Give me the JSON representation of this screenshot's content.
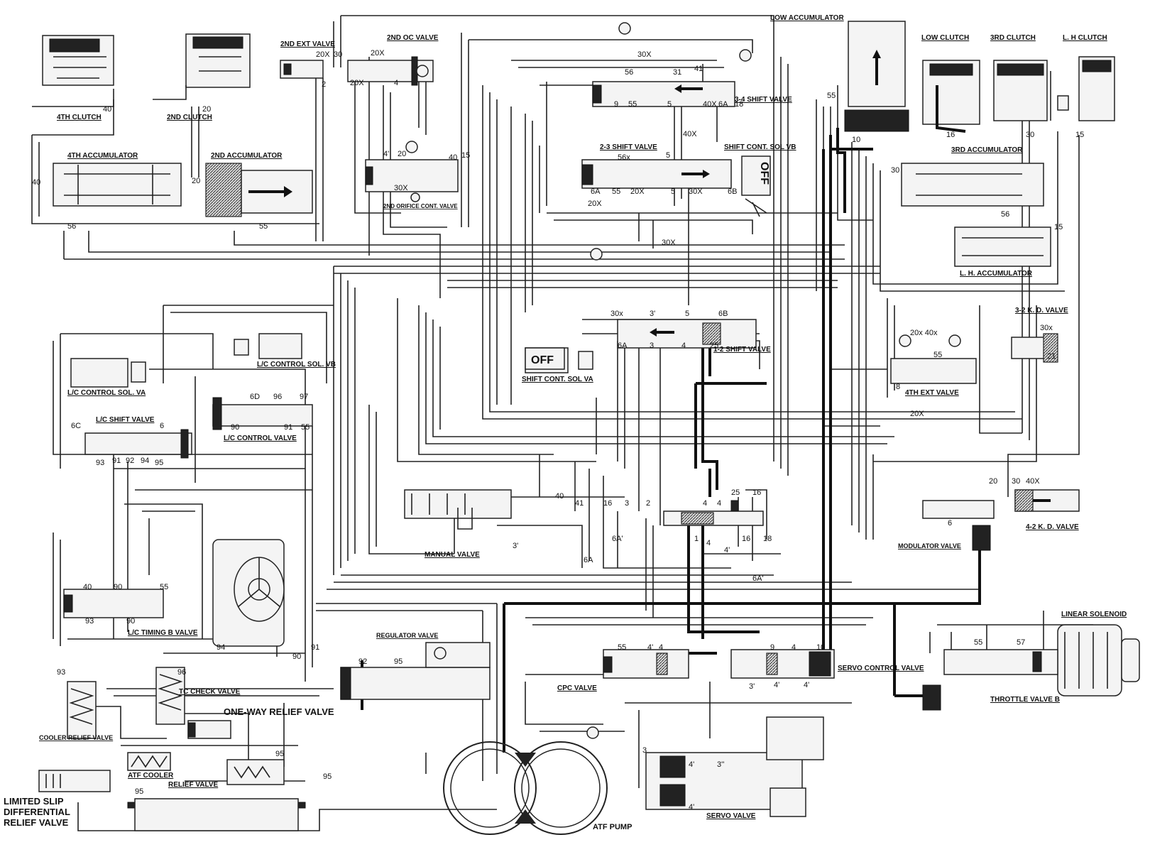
{
  "labels": {
    "fourth_clutch": "4TH CLUTCH",
    "second_clutch": "2ND CLUTCH",
    "second_ext_valve": "2ND EXT VALVE",
    "second_oc_valve": "2ND OC VALVE",
    "low_accumulator": "LOW ACCUMULATOR",
    "low_clutch": "LOW CLUTCH",
    "third_clutch": "3RD CLUTCH",
    "lh_clutch": "L. H CLUTCH",
    "fourth_accumulator": "4TH ACCUMULATOR",
    "second_accumulator": "2ND ACCUMULATOR",
    "shift_34_valve": "3-4 SHIFT VALVE",
    "shift_23_valve": "2-3 SHIFT VALVE",
    "shift_cont_sol_vb": "SHIFT CONT. SOL VB",
    "second_orifice_cont_valve": "2ND ORIFICE CONT. VALVE",
    "third_accumulator": "3RD ACCUMULATOR",
    "lh_accumulator": "L. H. ACCUMULATOR",
    "kd_32_valve": "3-2 K. D. VALVE",
    "shift_12_valve": "1-2 SHIFT VALVE",
    "shift_cont_sol_va": "SHIFT CONT. SOL VA",
    "lc_control_sol_vb": "L/C CONTROL SOL. VB",
    "lc_control_sol_va": "L/C CONTROL SOL. VA",
    "lc_shift_valve": "L/C SHIFT VALVE",
    "lc_control_valve": "L/C CONTROL VALVE",
    "fourth_ext_valve": "4TH EXT VALVE",
    "kd_42_valve": "4-2 K. D. VALVE",
    "manual_valve": "MANUAL VALVE",
    "modulator_valve": "MODULATOR VALVE",
    "lc_timing_b_valve": "L/C TIMING B VALVE",
    "regulator_valve": "REGULATOR VALVE",
    "linear_solenoid": "LINEAR SOLENOID",
    "cpc_valve": "CPC VALVE",
    "servo_control_valve": "SERVO CONTROL VALVE",
    "tc_check_valve": "TC CHECK VALVE",
    "throttle_valve_b": "THROTTLE VALVE B",
    "one_way_relief_valve": "ONE-WAY RELIEF VALVE",
    "cooler_relief_valve": "COOLER RELIEF VALVE",
    "atf_cooler": "ATF COOLER",
    "relief_valve": "RELIEF VALVE",
    "limited_slip_line1": "LIMITED SLIP",
    "limited_slip_line2": "DIFFERENTIAL",
    "limited_slip_line3": "RELIEF VALVE",
    "atf_pump": "ATF PUMP",
    "servo_valve": "SERVO VALVE",
    "off": "OFF"
  },
  "port_numbers": {
    "p40a": "40",
    "p20a": "20",
    "p40b": "40",
    "p56a": "56",
    "p20b": "20",
    "p55a": "55",
    "p20x_a": "20X",
    "p30a": "30",
    "p2a": "2",
    "p20x_b": "20X",
    "p20x_c": "20X",
    "p4a": "4",
    "p4q": "4'",
    "p20c": "20",
    "p40c": "40",
    "p15a": "15",
    "p30x_a": "30X",
    "p30x_b": "30X",
    "p56x": "56",
    "p31": "31",
    "p41": "41",
    "p9": "9",
    "p55b": "55",
    "p5a": "5",
    "p40x_a": "40X",
    "p6a_a": "6A",
    "p18": "18",
    "p40x_b": "40X",
    "p56x_b": "56x",
    "p5b": "5",
    "p6a_b": "6A",
    "p55c": "55",
    "p20x_d": "20X",
    "p5c": "5",
    "p30x_c": "30X",
    "p6b_a": "6B",
    "p20x_e": "20X",
    "p30x_d": "30X",
    "p55d": "55",
    "p10": "10",
    "p16a": "16",
    "p30b": "30",
    "p30c": "30",
    "p56b": "56",
    "p15b": "15",
    "p15c": "15",
    "p30x_e": "30x",
    "p3q": "3'",
    "p5d": "5",
    "p6b_b": "6B",
    "p6a_c": "6A",
    "p3a": "3",
    "p4b": "4",
    "p25a": "25",
    "p20x40x": "20x 40x",
    "p55e": "55",
    "p8": "8",
    "p20x_f": "20X",
    "p21": "21",
    "p30x_f": "30x",
    "p6d": "6D",
    "p96": "96",
    "p97": "97",
    "p6c": "6C",
    "p6": "6",
    "p90a": "90",
    "p91a": "91",
    "p55f": "55",
    "p93a": "93",
    "p91b": "91",
    "p92": "92",
    "p94a": "94",
    "p95a": "95",
    "p40d": "40",
    "p41b": "41",
    "p16b": "16",
    "p3b": "3",
    "p2b": "2",
    "p4c": "4",
    "p4d": "4",
    "p25b": "25",
    "p16c": "16",
    "p3q_b": "3'",
    "p6a_d": "6A'",
    "p6a_e": "6A",
    "p1": "1",
    "p4e": "4",
    "p4q_b": "4'",
    "p16d": "16",
    "p18b": "18",
    "p6a_f": "6A'",
    "p20d": "20",
    "p30d": "30",
    "p40x_c": "40X",
    "p6e": "6",
    "p40e": "40",
    "p90b": "90",
    "p55g": "55",
    "p93b": "93",
    "p90c": "90",
    "p94b": "94",
    "p90d": "90",
    "p91c": "91",
    "p93c": "93",
    "p96b": "96",
    "p92b": "92",
    "p95b": "95",
    "p55h": "55",
    "p4q_c": "4'",
    "p4f": "4",
    "p3q_c": "3'",
    "p4q_d": "4'",
    "p4q_e": "4'",
    "p10b": "10",
    "p9b": "9",
    "p4g": "4",
    "p55i": "55",
    "p57": "57",
    "p95c": "95",
    "p95d": "95",
    "p95e": "95",
    "p3dd": "3''",
    "p4q_f": "4'",
    "p3e": "3",
    "p4q_g": "4'"
  }
}
